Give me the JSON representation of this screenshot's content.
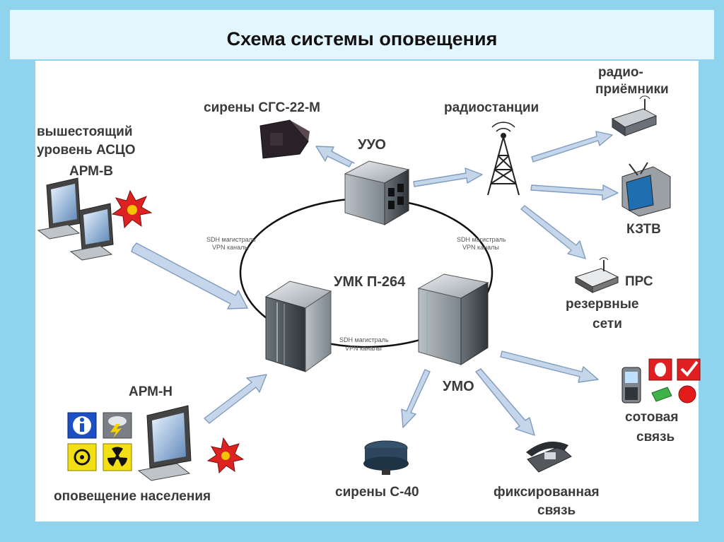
{
  "title": "Схема системы оповещения",
  "labels": {
    "higher_level_line1": "вышестоящий",
    "higher_level_line2": "уровень АСЦО",
    "arm_v": "АРМ-В",
    "sirens_sgs": "сирены СГС-22-М",
    "uuo": "УУО",
    "radio_stations": "радиостанции",
    "radio_receivers_line1": "радио-",
    "radio_receivers_line2": "приёмники",
    "kztv": "КЗТВ",
    "prs_line1": "ПРС",
    "prs_line2": "резервные",
    "prs_line3": "сети",
    "umk": "УМК П-264",
    "umo": "УМО",
    "sdh_left_line1": "SDH магистраль",
    "sdh_left_line2": "VPN каналы",
    "sdh_right_line1": "SDH магистраль",
    "sdh_right_line2": "VPN каналы",
    "sdh_center_line1": "SDH магистраль",
    "sdh_center_line2": "VPN каналы",
    "arm_n": "АРМ-Н",
    "population_alert": "оповещение населения",
    "sirens_s40": "сирены С-40",
    "fixed_line1": "фиксированная",
    "fixed_line2": "связь",
    "cellular_line1": "сотовая",
    "cellular_line2": "связь"
  },
  "colors": {
    "background": "#8fd3ec",
    "panel": "#ffffff",
    "arrow": "#c5d6ea",
    "arrow_stroke": "#7f9cc0"
  },
  "icons": {
    "hazard": [
      "info-icon",
      "storm-icon",
      "biohazard-icon",
      "radiation-icon"
    ]
  }
}
